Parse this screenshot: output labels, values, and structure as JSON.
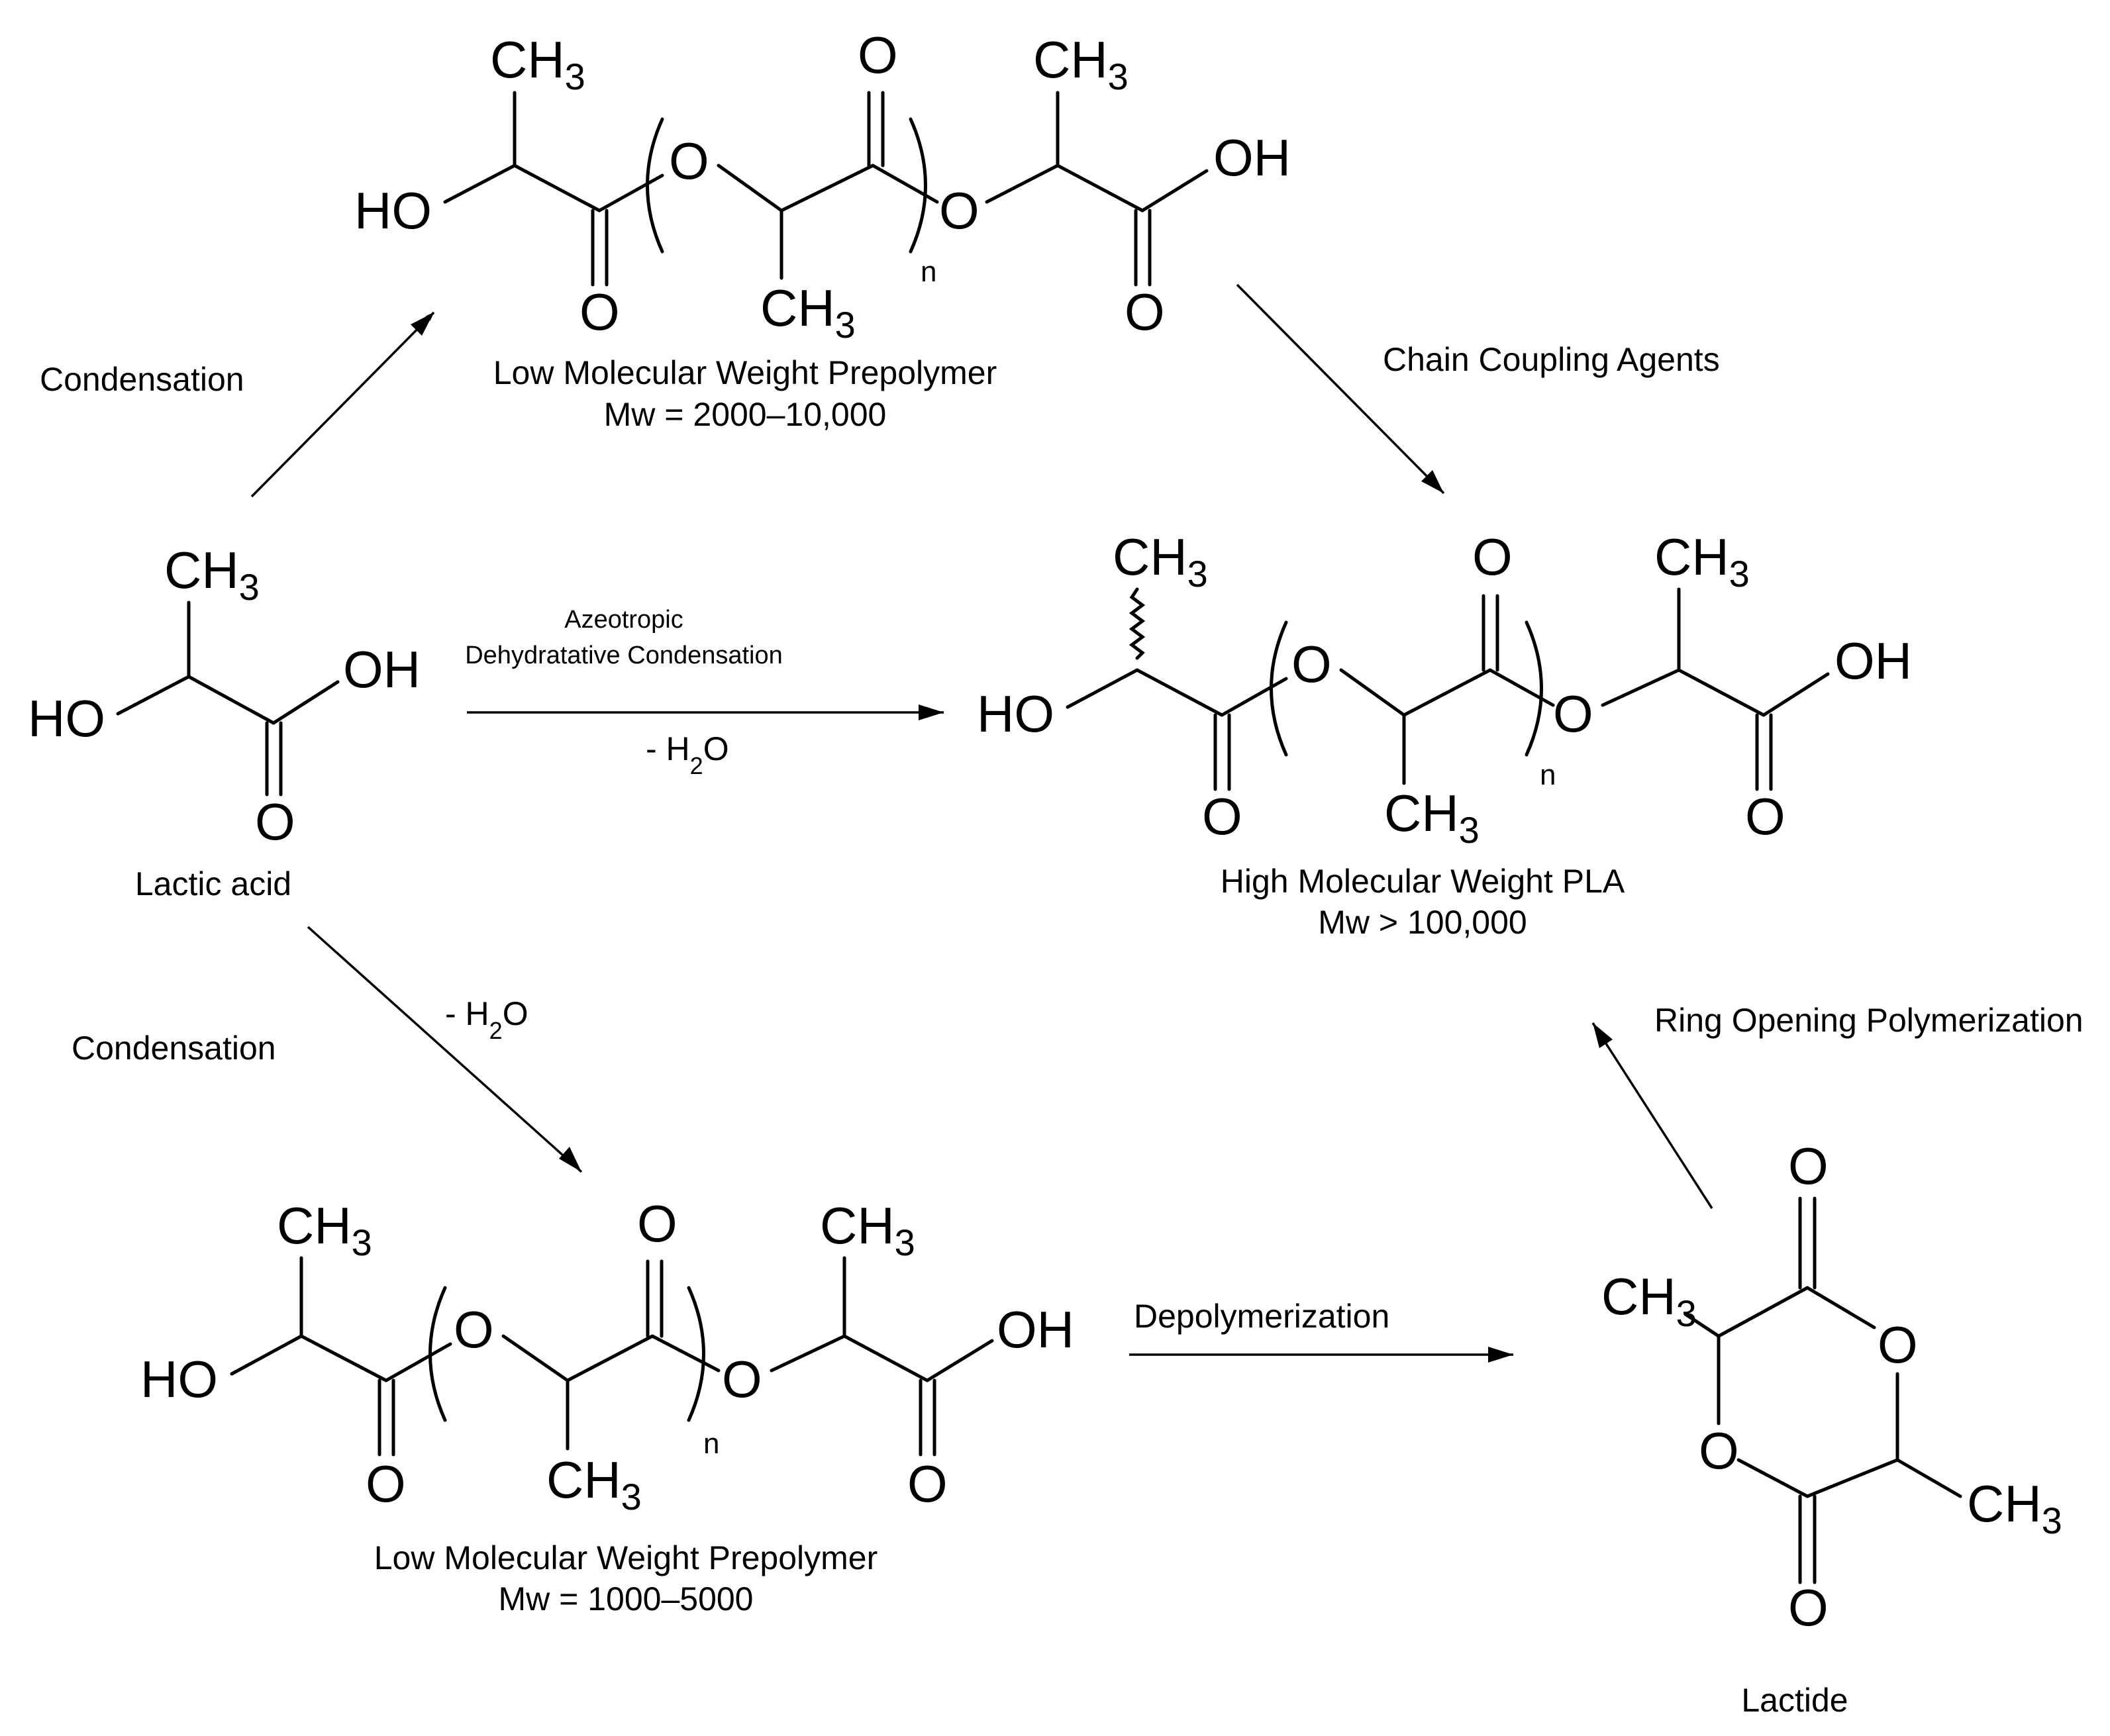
{
  "labels": {
    "condensation_top": "Condensation",
    "condensation_bottom": "Condensation",
    "chain_coupling": "Chain Coupling Agents",
    "azeotropic_line1": "Azeotropic",
    "azeotropic_line2": "Dehydratative Condensation",
    "minus_water_main": "- H",
    "minus_water_main_sub": "2",
    "minus_water_main_tail": "O",
    "minus_water_lower": "- H",
    "minus_water_lower_sub": "2",
    "minus_water_lower_tail": "O",
    "depolymerization": "Depolymerization",
    "ring_opening": "Ring Opening Polymerization"
  },
  "compounds": {
    "lactic_acid": {
      "name": "Lactic acid"
    },
    "prepolymer_top": {
      "name": "Low Molecular Weight Prepolymer",
      "mw": "Mw = 2000–10,000"
    },
    "pla_high": {
      "name": "High Molecular Weight PLA",
      "mw": "Mw > 100,000"
    },
    "prepolymer_bottom": {
      "name": "Low Molecular Weight Prepolymer",
      "mw": "Mw = 1000–5000"
    },
    "lactide": {
      "name": "Lactide"
    }
  },
  "atoms": {
    "ch": "CH",
    "three": "3",
    "oh": "OH",
    "ho": "HO",
    "o": "O",
    "n": "n"
  }
}
